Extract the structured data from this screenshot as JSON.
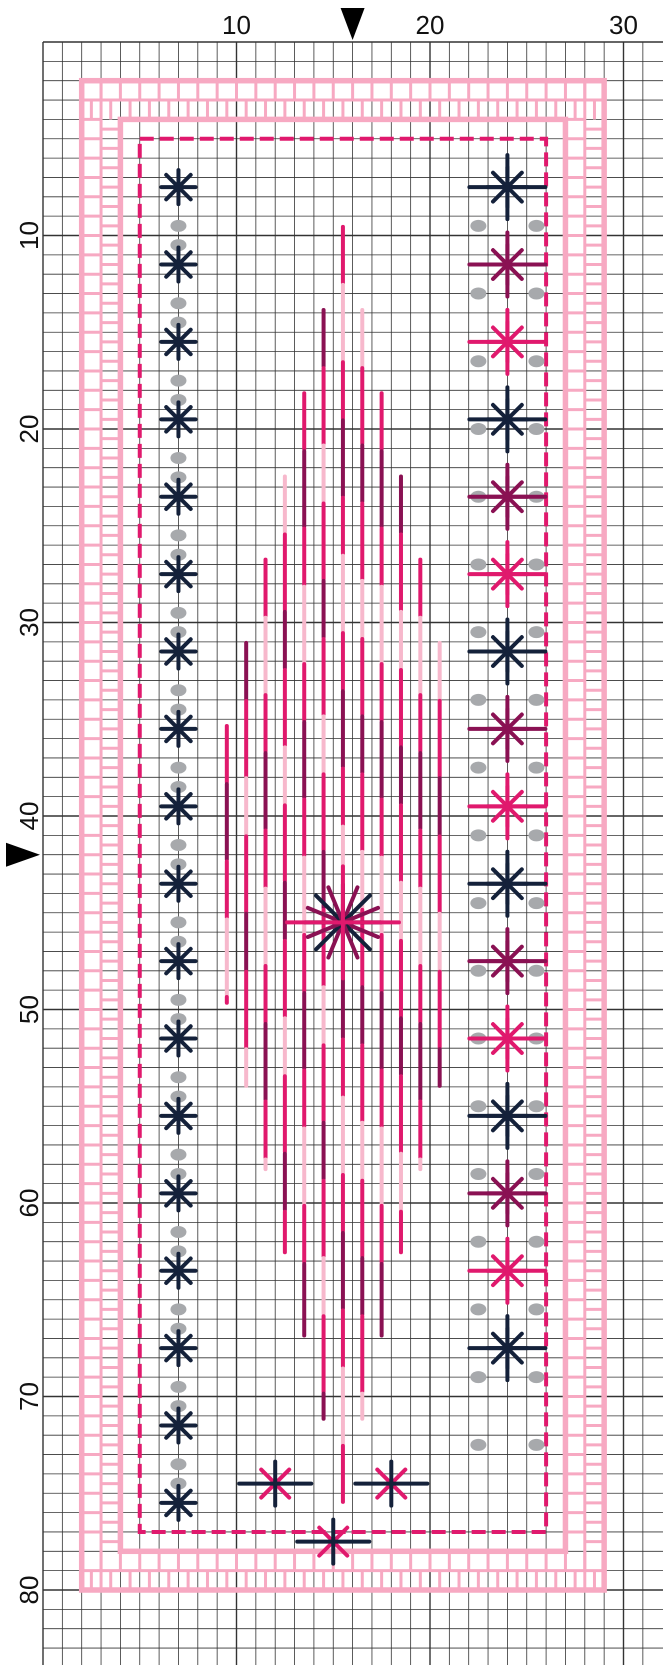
{
  "pattern": {
    "columns": 31,
    "rows": 83,
    "top_axis": {
      "labels": [
        "10",
        "20",
        "30"
      ],
      "values": [
        10,
        20,
        30
      ]
    },
    "left_axis": {
      "labels": [
        "10",
        "20",
        "30",
        "40",
        "50",
        "60",
        "70",
        "80"
      ],
      "values": [
        10,
        20,
        30,
        40,
        50,
        60,
        70,
        80
      ]
    },
    "center_markers": {
      "column": 16,
      "row": 42
    },
    "colors": {
      "grid": "#333333",
      "border_pink": "#f7a9c2",
      "dash_magenta": "#e0196d",
      "navy": "#14213a",
      "plum": "#8a1153",
      "magenta": "#e0196d",
      "pale_pink": "#f7b8cc",
      "french_knot_grey": "#a7a9ac",
      "marker": "#000000"
    },
    "motifs": {
      "left_column_stars": "navy",
      "right_column_stars_cycle": [
        "navy",
        "plum",
        "magenta"
      ],
      "knots": "french_knot_grey",
      "center_motif": "bargello-diamond",
      "center_star": "double-cross-star"
    }
  }
}
